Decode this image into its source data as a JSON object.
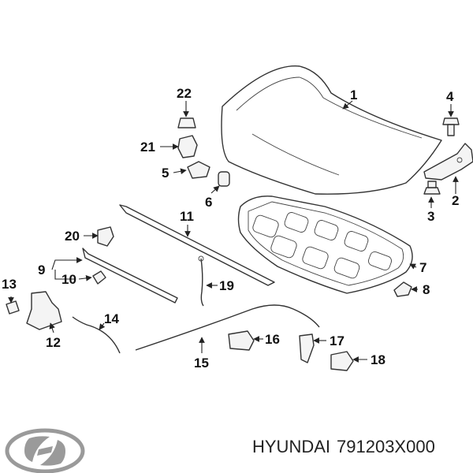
{
  "callouts": [
    "1",
    "2",
    "3",
    "4",
    "5",
    "6",
    "7",
    "8",
    "9",
    "10",
    "11",
    "12",
    "13",
    "14",
    "15",
    "16",
    "17",
    "18",
    "19",
    "20",
    "21",
    "22"
  ],
  "footer": {
    "brand": "HYUNDAI",
    "part_number": "791203X000"
  },
  "logo": {
    "icon": "hyundai-logo-icon"
  }
}
